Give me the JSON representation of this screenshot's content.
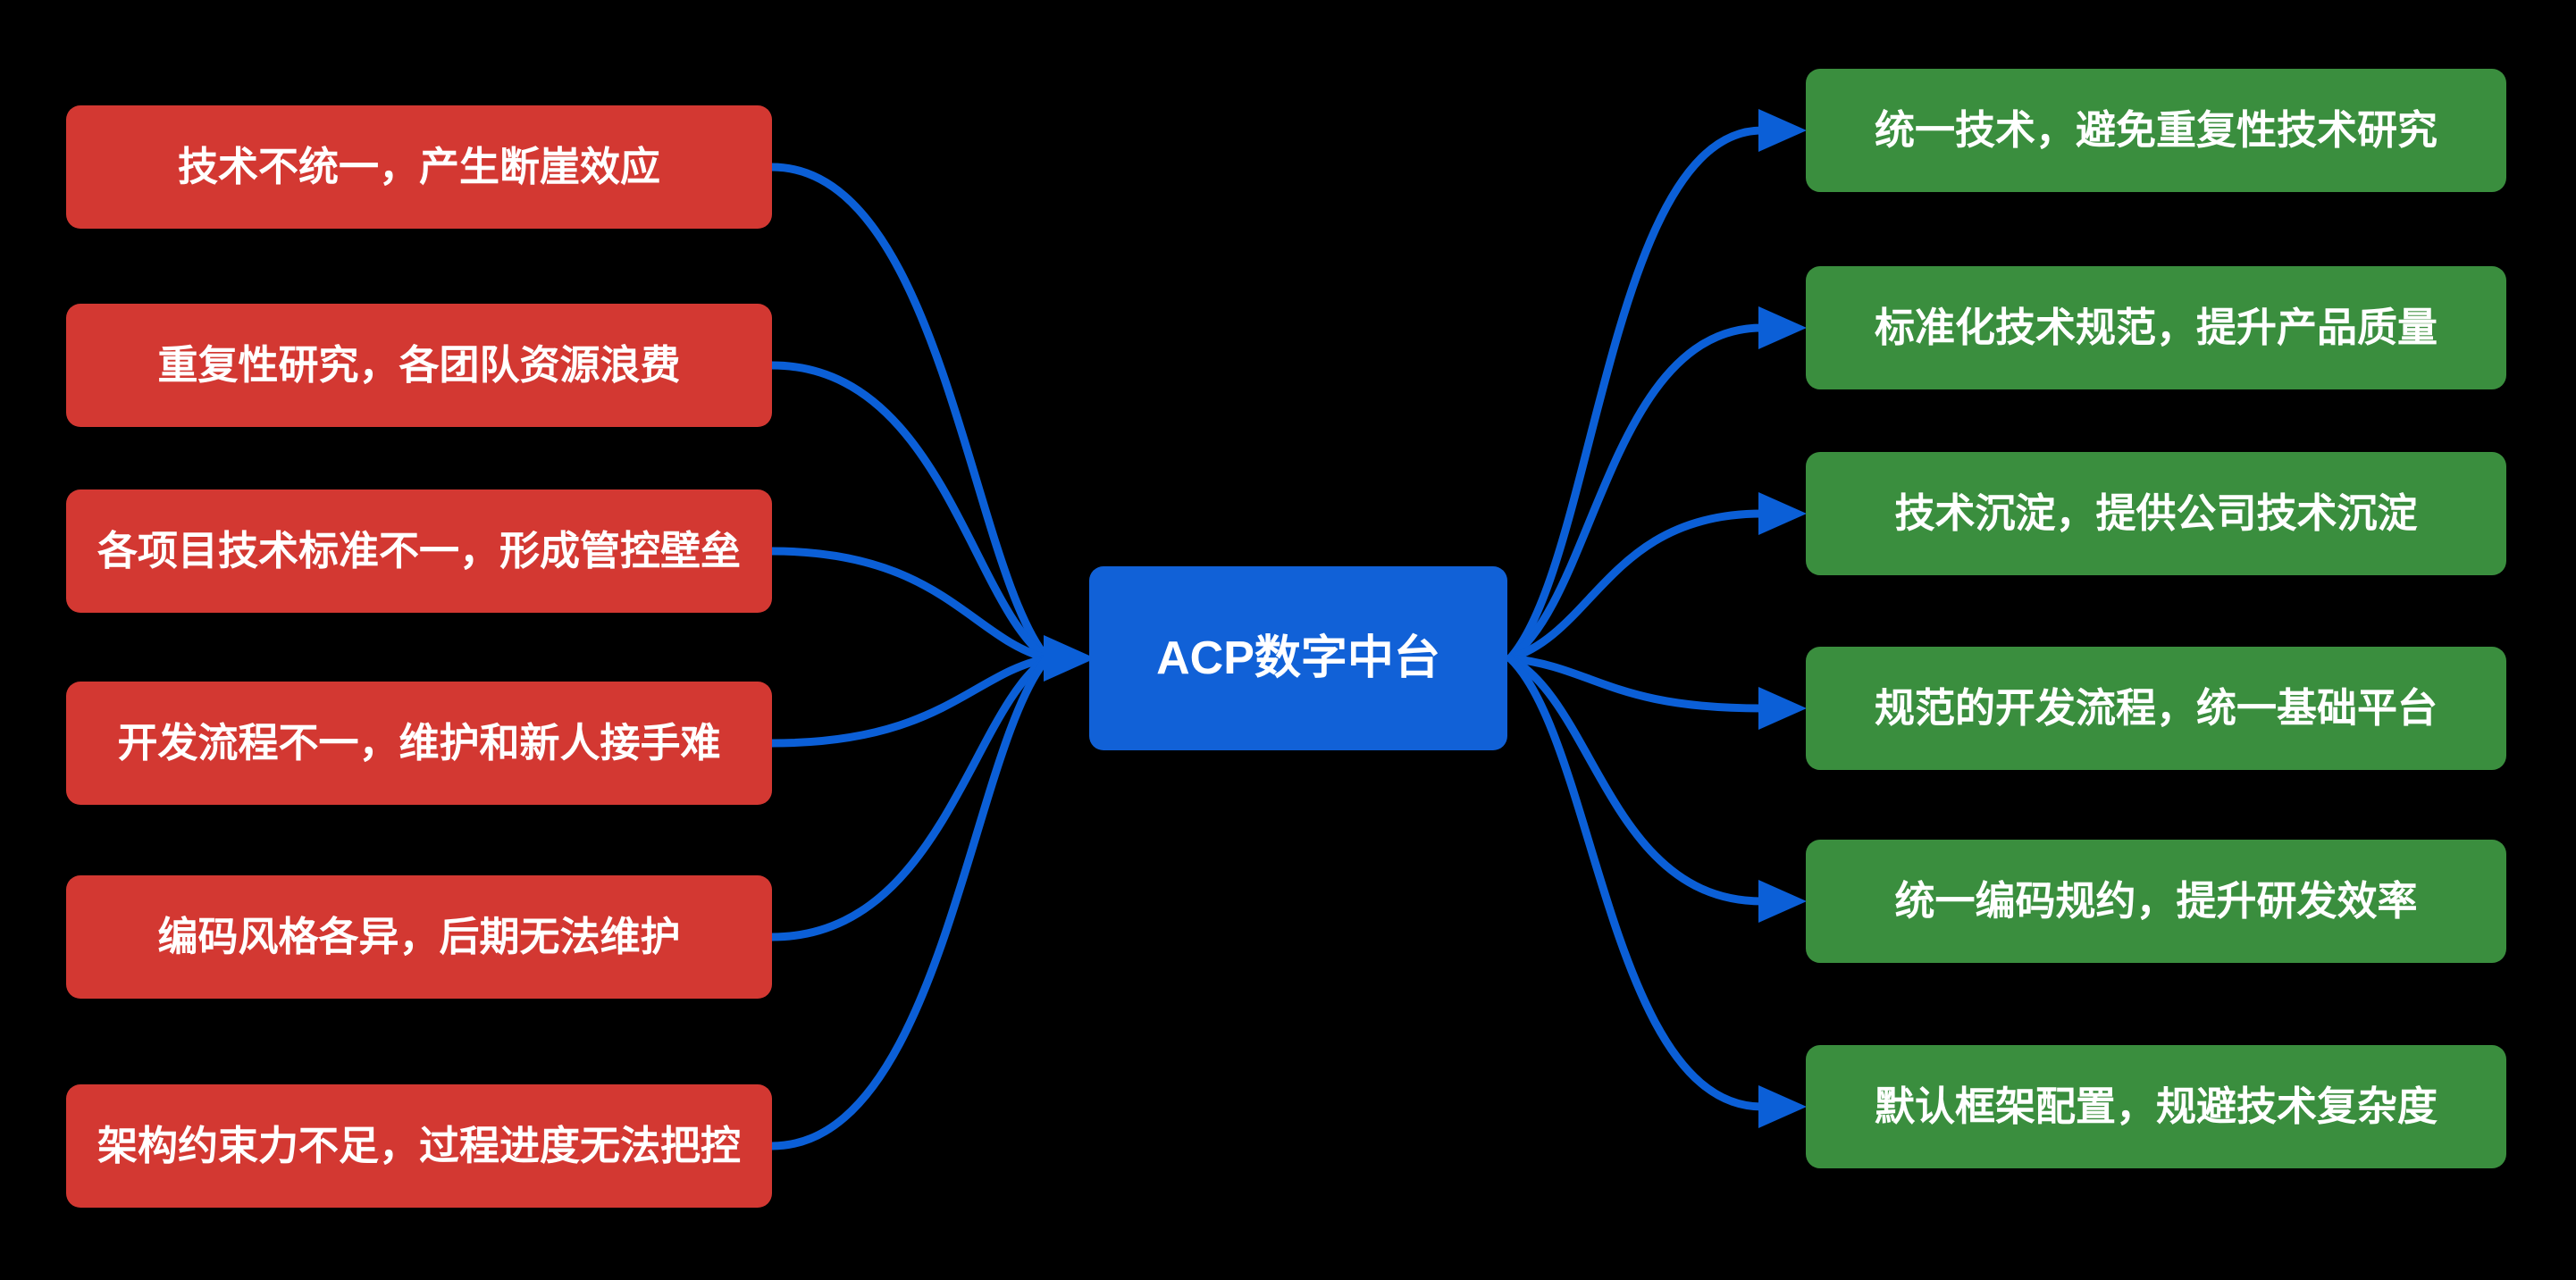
{
  "diagram": {
    "title": "ACP digital middle platform problems-to-benefits mind map",
    "center": {
      "label": "ACP数字中台"
    },
    "left_nodes": [
      {
        "label": "技术不统一，产生断崖效应"
      },
      {
        "label": "重复性研究，各团队资源浪费"
      },
      {
        "label": "各项目技术标准不一，形成管控壁垒"
      },
      {
        "label": "开发流程不一，维护和新人接手难"
      },
      {
        "label": "编码风格各异，后期无法维护"
      },
      {
        "label": "架构约束力不足，过程进度无法把控"
      }
    ],
    "right_nodes": [
      {
        "label": "统一技术，避免重复性技术研究"
      },
      {
        "label": "标准化技术规范，提升产品质量"
      },
      {
        "label": "技术沉淀，提供公司技术沉淀"
      },
      {
        "label": "规范的开发流程，统一基础平台"
      },
      {
        "label": "统一编码规约，提升研发效率"
      },
      {
        "label": "默认框架配置，规避技术复杂度"
      }
    ],
    "colors": {
      "background": "#000000",
      "problem_node": "#D33832",
      "benefit_node": "#3A8E3E",
      "center_node": "#1161D7",
      "connector": "#0B5FD7",
      "text": "#FFFFFF"
    }
  }
}
